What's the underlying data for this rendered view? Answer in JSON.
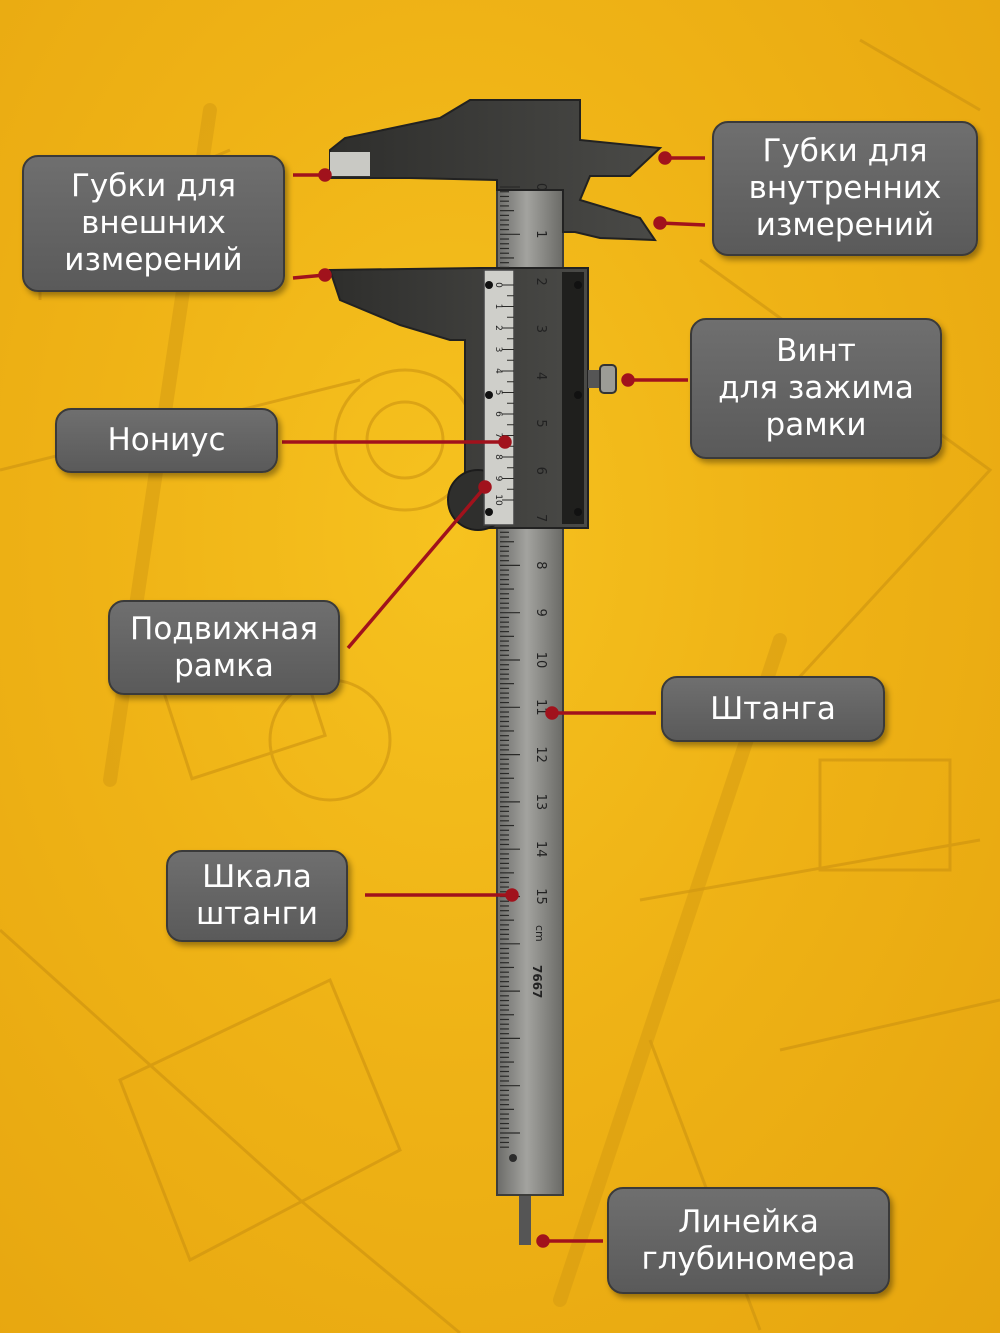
{
  "labels": {
    "external_jaws": "Губки для\nвнешних\nизмерений",
    "internal_jaws": "Губки для\nвнутренних\nизмерений",
    "clamp_screw": "Винт\nдля зажима\nрамки",
    "vernier": "Нониус",
    "sliding_frame": "Подвижная\nрамка",
    "beam": "Штанга",
    "beam_scale": "Шкала\nштанги",
    "depth_rod": "Линейка\nглубиномера"
  },
  "ruler": {
    "cm_numbers": [
      "0",
      "1",
      "2",
      "3",
      "4",
      "5",
      "6",
      "7",
      "8",
      "9",
      "10",
      "11",
      "12",
      "13",
      "14",
      "15"
    ],
    "unit": "cm",
    "model": "7667"
  },
  "vernier_numbers": [
    "0",
    "1",
    "2",
    "3",
    "4",
    "5",
    "6",
    "7",
    "8",
    "9",
    "10"
  ],
  "colors": {
    "background": "#efb316",
    "label_fill": "#636363",
    "leader": "#a1121c",
    "steel": "#8a8a86"
  }
}
